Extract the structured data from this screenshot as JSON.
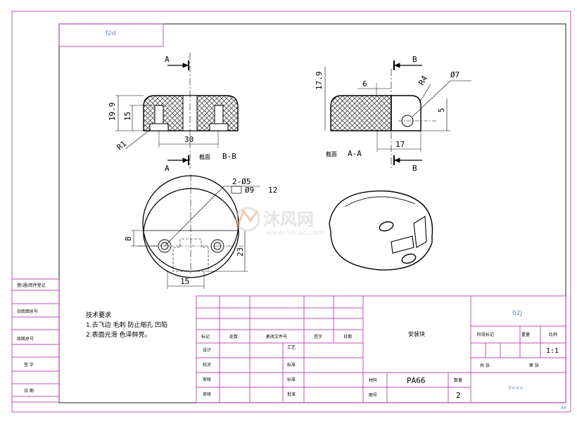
{
  "drawing": {
    "top_code": "f2d",
    "watermark": {
      "brand": "沐风网",
      "url": "www.mfcad.com"
    },
    "section_labels": {
      "cut_a_top": "A",
      "cut_a_bottom": "A",
      "cut_b_top": "B",
      "cut_b_bottom": "B",
      "section_bb_prefix": "截面",
      "section_bb": "B-B",
      "section_aa_prefix": "截面",
      "section_aa": "A-A"
    },
    "dimensions": {
      "h_19_9": "19.9",
      "h_15": "15",
      "w_30": "30",
      "r_1": "R1",
      "h_17_9": "17.9",
      "w_6": "6",
      "r_4": "R4",
      "dia_7": "Ø7",
      "h_5": "5",
      "w_17": "17",
      "holes": "2-Ø5",
      "cbore": "Ø9",
      "depth": "12",
      "h_8": "8",
      "h_23": "23",
      "w_15": "15"
    },
    "tech_notes": {
      "title": "技术要求",
      "line1": "1.去飞边  毛刺  防止缩孔  凹陷",
      "line2": "2.表面光滑  色泽鲜亮。"
    },
    "side_labels": [
      "借(通)用件登记",
      "旧底图总号",
      "底图总号",
      "签  字",
      "日  期"
    ],
    "title_block": {
      "code": "02J",
      "col_headers": [
        "标记",
        "处数",
        "更改文件号",
        "签字",
        "日期"
      ],
      "row_labels": [
        "设计",
        "校对",
        "审核",
        "审核"
      ],
      "mid_small": [
        "工艺",
        "标准",
        "标准",
        "批准"
      ],
      "part_name": "安装块",
      "stage_mark": "阶段标记",
      "weight": "重量",
      "scale_label": "比例",
      "scale_value": "1:1",
      "sheet_total": "共  张",
      "sheet_no": "第  张",
      "material_label": "材料",
      "material": "PA66",
      "qty_label": "数量",
      "qty": "2",
      "drawn_label": "图号",
      "drawing_number": "3×××"
    },
    "format": "A4"
  }
}
